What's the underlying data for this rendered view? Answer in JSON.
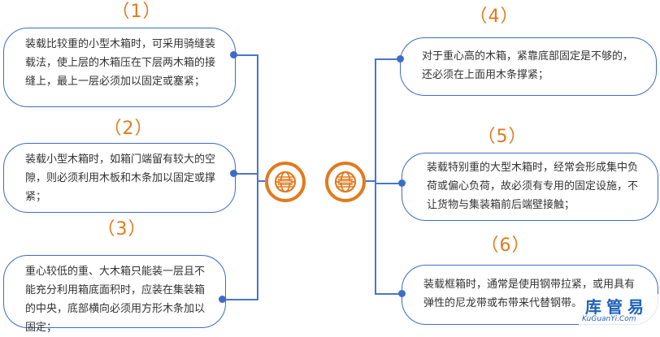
{
  "left_items": [
    {
      "number": "（1）",
      "text": "装载比较重的小型木箱时，可采用骑缝装载法，使上层的木箱压在下层两木箱的接缝上，最上一层必须加以固定或塞紧；"
    },
    {
      "number": "（2）",
      "text": "装载小型木箱时，如箱门端留有较大的空隙，则必须利用木板和木条加以固定或撑紧；"
    },
    {
      "number": "（3）",
      "text": "重心较低的重、大木箱只能装一层且不能充分利用箱底面积时，应装在集装箱的中央，底部横向必须用方形木条加以固定；"
    }
  ],
  "right_items": [
    {
      "number": "（4）",
      "text": "对于重心高的木箱，紧靠底部固定是不够的，还必须在上面用木条撑紧；"
    },
    {
      "number": "（5）",
      "text": "装载特别重的大型木箱时，经常会形成集中负荷或偏心负荷，故必须有专用的固定设施，不让货物与集装箱前后端壁接触；"
    },
    {
      "number": "（6）",
      "text": "装载框箱时，通常是使用钢带拉紧，或用具有弹性的尼龙带或布带来代替钢带。"
    }
  ],
  "watermark": {
    "main": "库管易",
    "sub": "KuGuanYi.Com"
  },
  "colors": {
    "accent": "#e37a1e",
    "border": "#3d6cc8",
    "line": "#4a76cc",
    "logo": "#1d62b8"
  },
  "icons": {
    "center_left": "globe-icon",
    "center_right": "globe-icon"
  }
}
